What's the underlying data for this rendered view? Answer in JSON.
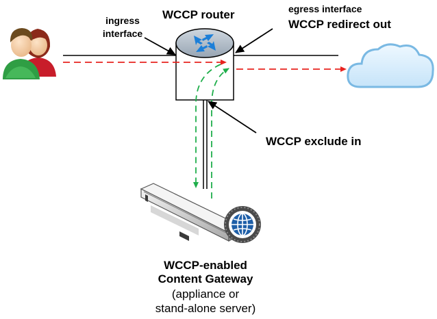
{
  "router": {
    "title": "WCCP router"
  },
  "ingress": {
    "line1": "ingress",
    "line2": "interface"
  },
  "egress": {
    "line1": "egress interface",
    "line2": "WCCP redirect out"
  },
  "exclude": {
    "label": "WCCP exclude in"
  },
  "gateway": {
    "line1": "WCCP-enabled",
    "line2": "Content Gateway",
    "line3": "(appliance or",
    "line4": "stand-alone server)"
  },
  "icons": {
    "users": "users-icon",
    "router": "router-icon",
    "cloud": "cloud-icon",
    "appliance": "appliance-icon",
    "globe": "globe-icon"
  },
  "colors": {
    "redirect_path": "#e8231f",
    "wccp_path": "#1fae4b",
    "router_top": "#a9b5c2",
    "cloud_fill": "#d4ebfa",
    "cloud_stroke": "#7ab9e3",
    "appliance_body": "#d3d3d3",
    "globe": "#1e5fa8"
  }
}
